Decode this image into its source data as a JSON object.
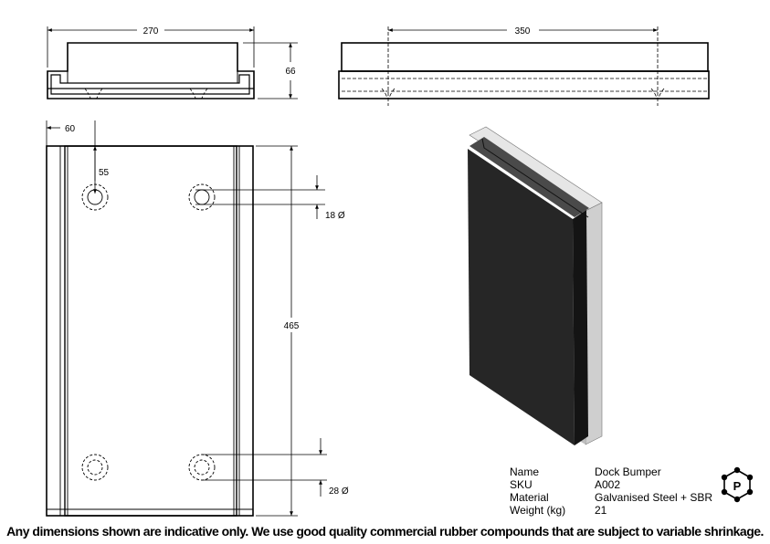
{
  "dimensions": {
    "top_width": "270",
    "side_length": "350",
    "height": "66",
    "flange": "60",
    "hole_offset": "55",
    "length": "465",
    "small_hole": "18 Ø",
    "large_hole": "28 Ø"
  },
  "specs": [
    {
      "label": "Name",
      "value": "Dock Bumper"
    },
    {
      "label": "SKU",
      "value": "A002"
    },
    {
      "label": "Material",
      "value": "Galvanised Steel + SBR"
    },
    {
      "label": "Weight (kg)",
      "value": "21"
    }
  ],
  "logo": {
    "letter": "P"
  },
  "footer": "Any dimensions shown are indicative only. We use good quality commercial rubber compounds that are subject to variable shrinkage."
}
